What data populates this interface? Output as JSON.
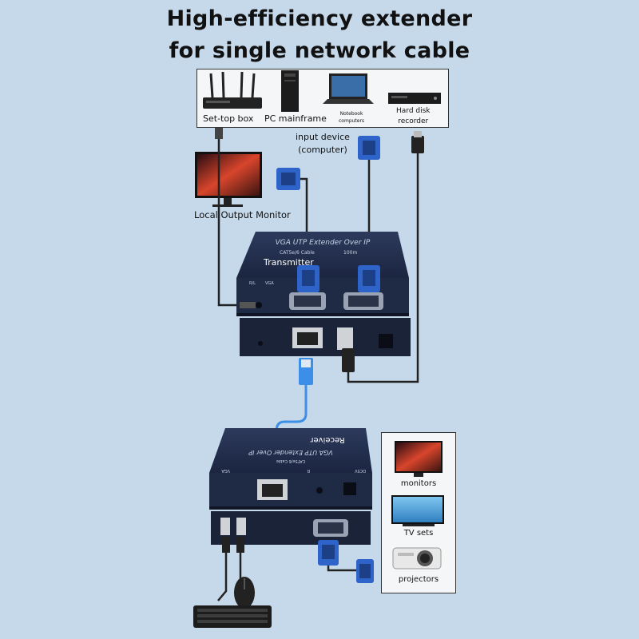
{
  "title": {
    "line1": "High-efficiency extender",
    "line2": "for single network cable"
  },
  "input_devices": {
    "set_top_box": "Set-top box",
    "pc_mainframe": "PC mainframe",
    "notebook_line1": "Notebook",
    "notebook_line2": "computers",
    "hdd_line1": "Hard disk",
    "hdd_line2": "recorder"
  },
  "input_device_label": {
    "line1": "input device",
    "line2": "(computer)"
  },
  "local_monitor": "Local Output Monitor",
  "transmitter": {
    "model": "VGA UTP Extender Over IP",
    "cable": "CAT5e/6 Cable",
    "distance": "100m",
    "name": "Transmitter",
    "port_labels": [
      "R/L",
      "VGA"
    ]
  },
  "receiver": {
    "model": "VGA UTP Extender Over IP",
    "cable": "CAT5e/6 Cable",
    "name": "Receiver",
    "port_labels": [
      "DC5V",
      "R",
      "VGA"
    ]
  },
  "outputs": {
    "monitors": "monitors",
    "tv_sets": "TV sets",
    "projectors": "projectors"
  },
  "colors": {
    "background": "#c6d9ea",
    "device_body": "#1f2a44",
    "vga_blue": "#2e63c9",
    "cable": "#222222"
  }
}
